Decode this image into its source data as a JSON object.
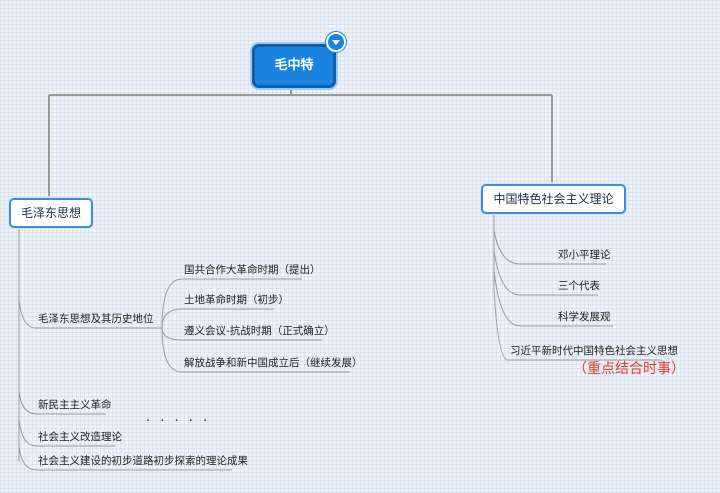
{
  "root": {
    "label": "毛中特"
  },
  "branches": {
    "mao": {
      "label": "毛泽东思想",
      "position_topic": {
        "label": "毛泽东思想及其历史地位",
        "stages": [
          "国共合作大革命时期（提出）",
          "土地革命时期（初步）",
          "遵义会议-抗战时期（正式确立）",
          "解放战争和新中国成立后（继续发展）"
        ]
      },
      "items": [
        "新民主主义革命",
        "社会主义改造理论",
        "社会主义建设的初步道路初步探索的理论成果"
      ],
      "ellipsis": "· · · · ·"
    },
    "socialism": {
      "label": "中国特色社会主义理论",
      "items": [
        "邓小平理论",
        "三个代表",
        "科学发展观"
      ],
      "xi": "习近平新时代中国特色社会主义思想",
      "note": "（重点结合时事）"
    }
  }
}
